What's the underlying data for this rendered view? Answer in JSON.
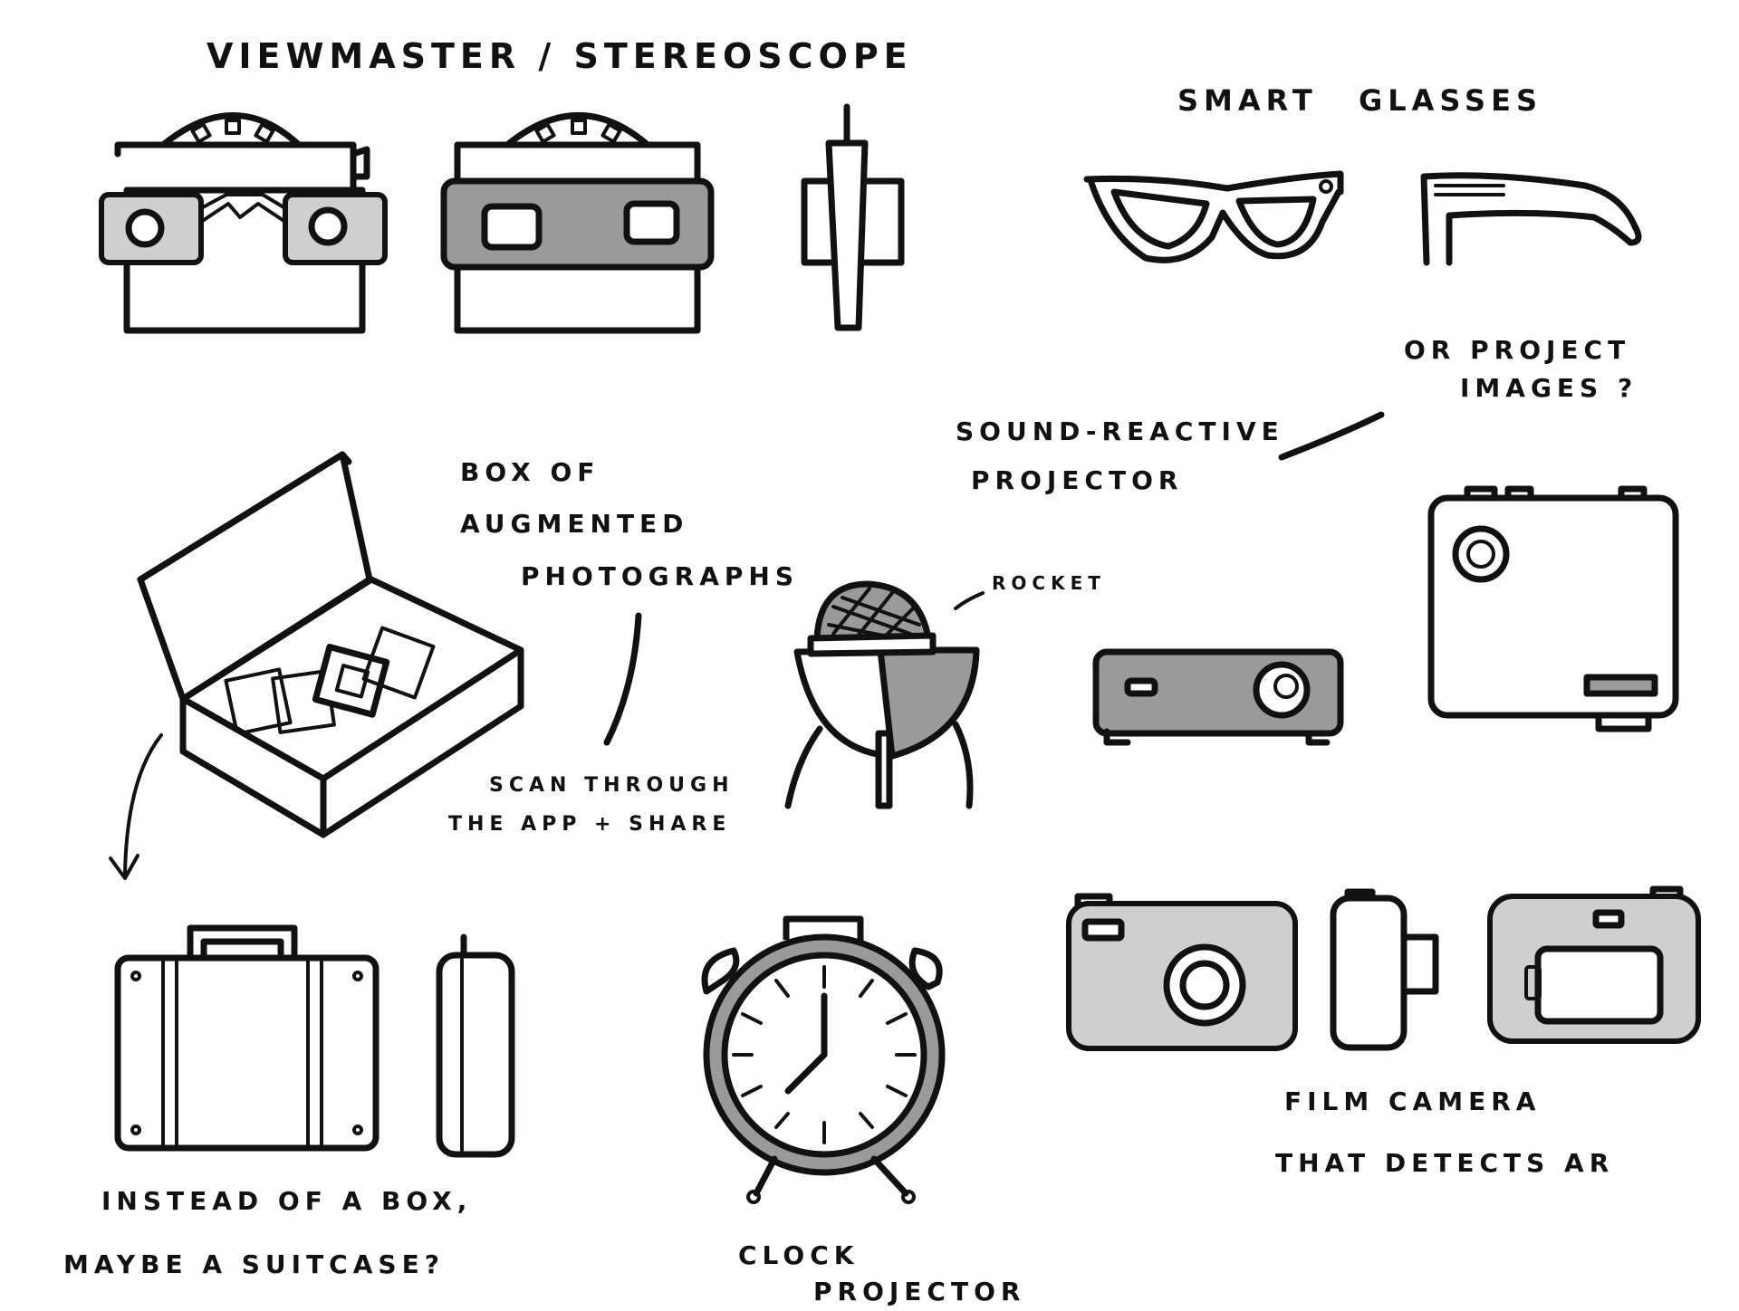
{
  "labels": {
    "viewmaster": "VIEWMASTER / STEREOSCOPE",
    "smart": "SMART",
    "glasses": "GLASSES",
    "or_project_1": "OR PROJECT",
    "or_project_2": "IMAGES ?",
    "sound_1": "SOUND-REACTIVE",
    "sound_2": "PROJECTOR",
    "box_1": "BOX OF",
    "box_2": "AUGMENTED",
    "box_3": "PHOTOGRAPHS",
    "scan_1": "SCAN THROUGH",
    "scan_2": "THE APP + SHARE",
    "rocket": "ROCKET",
    "suitcase_1": "INSTEAD OF A BOX,",
    "suitcase_2": "MAYBE A SUITCASE?",
    "clock_1": "CLOCK",
    "clock_2": "PROJECTOR",
    "film_1": "FILM CAMERA",
    "film_2": "THAT DETECTS AR"
  }
}
